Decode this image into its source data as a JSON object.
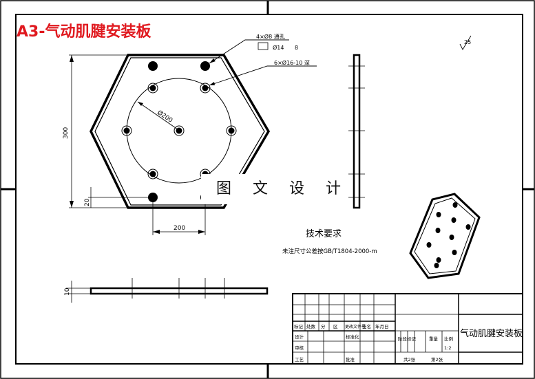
{
  "title_red": "A3-气动肌腱安装板",
  "watermark": "图 文 设 计",
  "annotations": {
    "hole_callout_1_a": "4×Ø8 通孔",
    "hole_callout_1_b": "Ø14",
    "hole_callout_1_c": "8",
    "hole_callout_2": "6×Ø16-10 深",
    "diameter": "Ø200",
    "dim_height": "300",
    "dim_small": "20",
    "dim_width": "200",
    "dim_thickness": "10",
    "roughness": "25"
  },
  "tech": {
    "heading": "技术要求",
    "line": "未注尺寸公差按GB/T1804-2000-m"
  },
  "title_block": {
    "part_name": "气动肌腱安装板",
    "labels": {
      "mark": "标记",
      "count": "处数",
      "zone": "分",
      "area": "区",
      "change_doc": "更改文件号",
      "signature": "签名",
      "date": "年月日",
      "design": "设计",
      "standardize": "标准化",
      "stage_mark": "阶段标记",
      "weight": "重量",
      "scale": "比例",
      "scale_value": "1:2",
      "review": "审核",
      "process": "工艺",
      "approve": "批准",
      "total": "共2张",
      "sheet": "第2张"
    }
  }
}
